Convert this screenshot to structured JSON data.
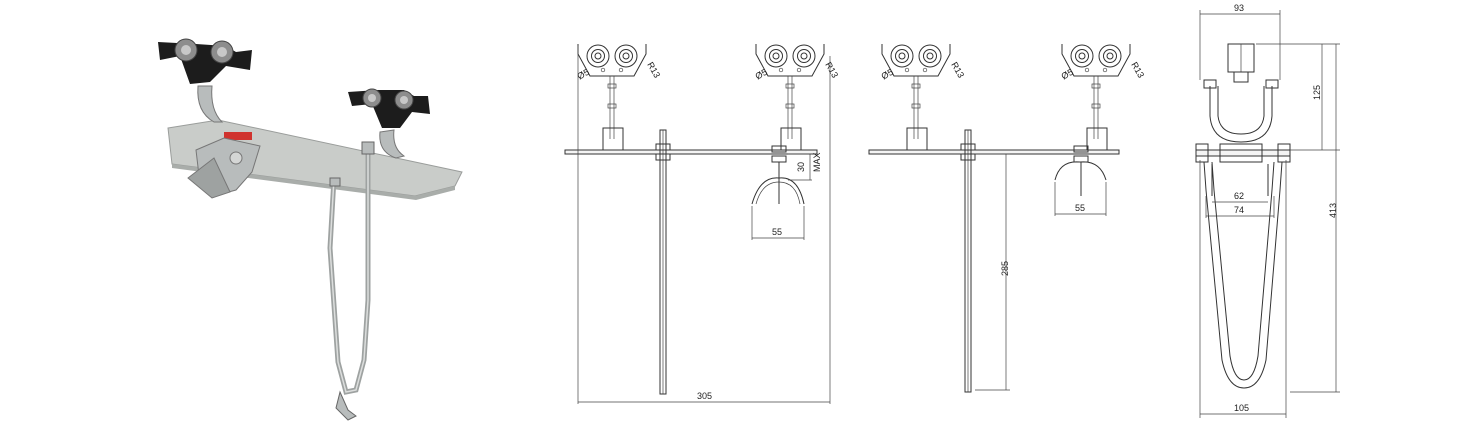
{
  "dimensions": {
    "d305": "305",
    "d55a": "55",
    "d30": "30",
    "max": "MAX",
    "d285": "285",
    "d55b": "55",
    "d93": "93",
    "d125": "125",
    "d62": "62",
    "d74": "74",
    "d413": "413",
    "d105": "105",
    "phi5": "Ø5",
    "r13": "R13"
  },
  "colors": {
    "plate": "#c9ccc9",
    "plate_shadow": "#a9adaa",
    "bracket": "#1c1c1c",
    "wheel": "#8d8d8d",
    "accent": "#d0332e",
    "rod": "#b8bcbc"
  }
}
